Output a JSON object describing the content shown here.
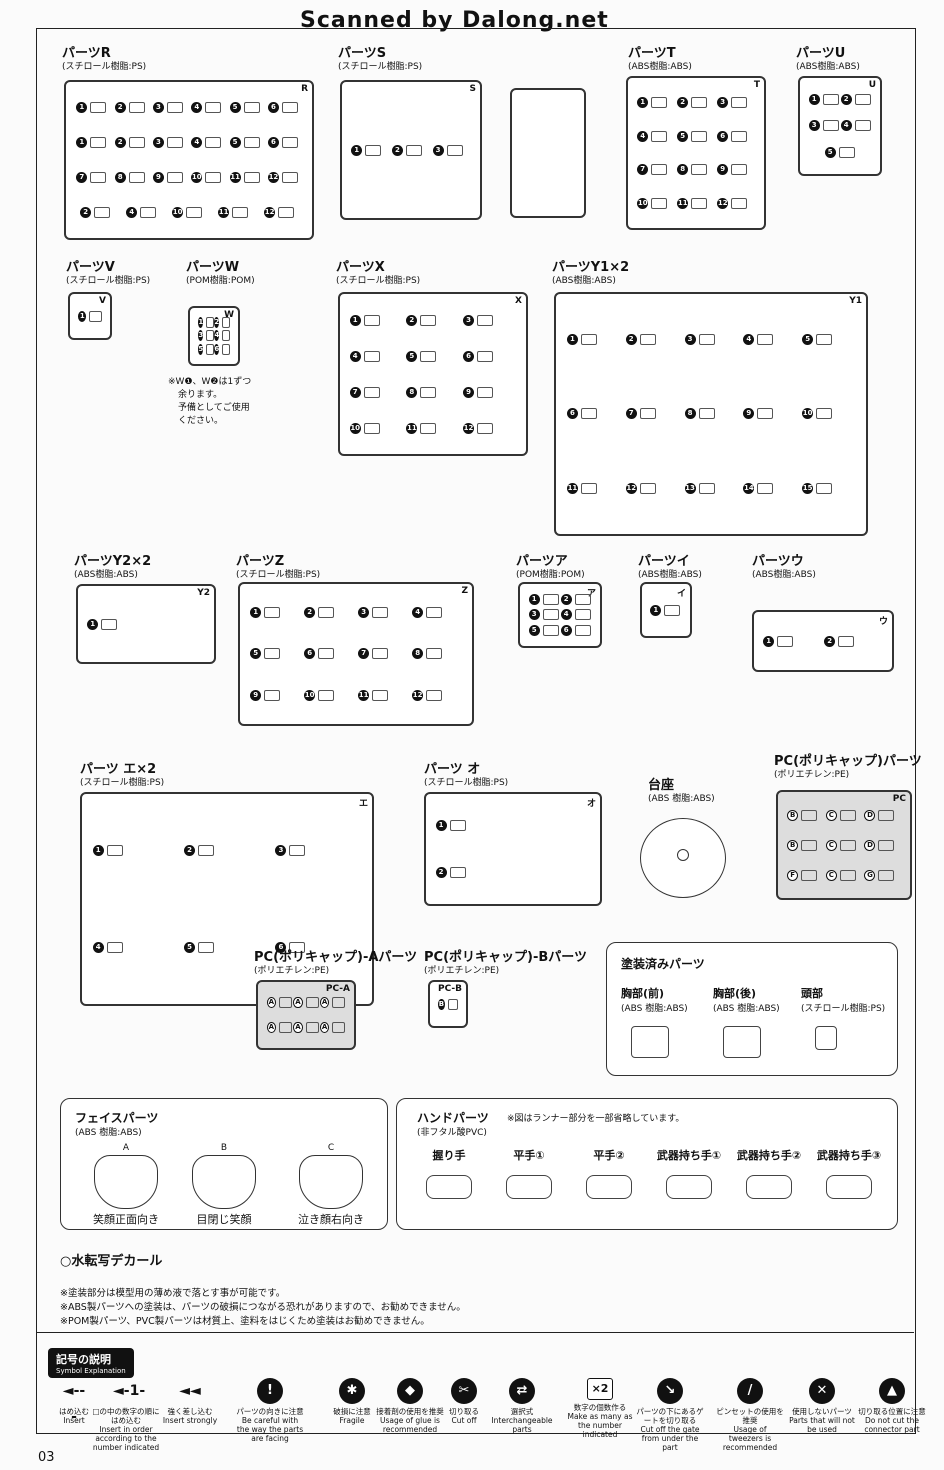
{
  "banner": "Scanned by Dalong.net",
  "parts": [
    {
      "title": "パーツR",
      "sub": "(スチロール樹脂:PS)",
      "label": "R",
      "nums": [
        "1",
        "2",
        "3",
        "4",
        "5",
        "6",
        "1",
        "2",
        "3",
        "4",
        "5",
        "6",
        "7",
        "8",
        "9",
        "10",
        "11",
        "12",
        "2",
        "4",
        "10",
        "11",
        "12"
      ]
    },
    {
      "title": "パーツS",
      "sub": "(スチロール樹脂:PS)",
      "label": "S",
      "nums": [
        "1",
        "2",
        "3"
      ]
    },
    {
      "title": "パーツT",
      "sub": "(ABS樹脂:ABS)",
      "label": "T",
      "nums": [
        "1",
        "2",
        "3",
        "4",
        "5",
        "6",
        "7",
        "8",
        "9",
        "10",
        "11",
        "12"
      ]
    },
    {
      "title": "パーツU",
      "sub": "(ABS樹脂:ABS)",
      "label": "U",
      "nums": [
        "1",
        "2",
        "3",
        "4",
        "5"
      ]
    },
    {
      "title": "パーツV",
      "sub": "(スチロール樹脂:PS)",
      "label": "V",
      "nums": [
        "1"
      ]
    },
    {
      "title": "パーツW",
      "sub": "(POM樹脂:POM)",
      "label": "W",
      "nums": [
        "1",
        "2",
        "3",
        "4",
        "5",
        "6"
      ]
    },
    {
      "title": "パーツX",
      "sub": "(スチロール樹脂:PS)",
      "label": "X",
      "nums": [
        "1",
        "2",
        "3",
        "4",
        "5",
        "6",
        "7",
        "8",
        "9",
        "10",
        "11",
        "12"
      ]
    },
    {
      "title": "パーツY1×2",
      "sub": "(ABS樹脂:ABS)",
      "label": "Y1",
      "nums": [
        "1",
        "2",
        "3",
        "4",
        "5",
        "6",
        "7",
        "8",
        "9",
        "10",
        "11",
        "12",
        "13",
        "14",
        "15"
      ]
    },
    {
      "title": "パーツY2×2",
      "sub": "(ABS樹脂:ABS)",
      "label": "Y2",
      "nums": [
        "1"
      ]
    },
    {
      "title": "パーツZ",
      "sub": "(スチロール樹脂:PS)",
      "label": "Z",
      "nums": [
        "1",
        "2",
        "3",
        "4",
        "5",
        "6",
        "7",
        "8",
        "9",
        "10",
        "11",
        "12"
      ]
    },
    {
      "title": "パーツア",
      "sub": "(POM樹脂:POM)",
      "label": "ア",
      "nums": [
        "1",
        "2",
        "3",
        "4",
        "5",
        "6"
      ]
    },
    {
      "title": "パーツイ",
      "sub": "(ABS樹脂:ABS)",
      "label": "イ",
      "nums": [
        "1"
      ]
    },
    {
      "title": "パーツウ",
      "sub": "(ABS樹脂:ABS)",
      "label": "ウ",
      "nums": [
        "1",
        "2"
      ]
    },
    {
      "title": "パーツ エ×2",
      "sub": "(スチロール樹脂:PS)",
      "label": "エ",
      "nums": [
        "1",
        "2",
        "3",
        "4",
        "5",
        "6"
      ]
    },
    {
      "title": "パーツ オ",
      "sub": "(スチロール樹脂:PS)",
      "label": "オ",
      "nums": [
        "1",
        "2"
      ]
    },
    {
      "title": "台座",
      "sub": "(ABS 樹脂:ABS)",
      "label": "",
      "nums": []
    },
    {
      "title": "PC(ポリキャップ)パーツ",
      "sub": "(ポリエチレン:PE)",
      "label": "PC",
      "nums": [
        "B",
        "C",
        "D",
        "B",
        "C",
        "D",
        "F",
        "C",
        "G"
      ]
    },
    {
      "title": "PC(ポリキャップ)-Aパーツ",
      "sub": "(ポリエチレン:PE)",
      "label": "PC-A",
      "nums": [
        "A",
        "A",
        "A",
        "A",
        "A",
        "A"
      ]
    },
    {
      "title": "PC(ポリキャップ)-Bパーツ",
      "sub": "(ポリエチレン:PE)",
      "label": "PC-B",
      "nums": [
        "B"
      ]
    }
  ],
  "w_note": [
    "※W❶、W❷は1ずつ",
    "余ります。",
    "予備としてご使用",
    "ください。"
  ],
  "painted": {
    "title": "塗装済みパーツ",
    "items": [
      {
        "label": "胸部(前)",
        "sub": "(ABS 樹脂:ABS)"
      },
      {
        "label": "胸部(後)",
        "sub": "(ABS 樹脂:ABS)"
      },
      {
        "label": "頭部",
        "sub": "(スチロール樹脂:PS)"
      }
    ]
  },
  "face": {
    "title": "フェイスパーツ",
    "sub": "(ABS 樹脂:ABS)",
    "items": [
      {
        "tag": "A",
        "label": "笑顔正面向き"
      },
      {
        "tag": "B",
        "label": "目閉じ笑顔"
      },
      {
        "tag": "C",
        "label": "泣き顔右向き"
      }
    ]
  },
  "hands": {
    "title": "ハンドパーツ",
    "note": "※図はランナー部分を一部省略しています。",
    "sub": "(非フタル酸PVC)",
    "items": [
      "握り手",
      "平手①",
      "平手②",
      "武器持ち手①",
      "武器持ち手②",
      "武器持ち手③"
    ]
  },
  "decal": "○水転写デカール",
  "notes": [
    "※塗装部分は模型用の薄め液で落とす事が可能です。",
    "※ABS製パーツへの塗装は、パーツの破損につながる恐れがありますので、お勧めできません。",
    "※POM製パーツ、PVC製パーツは材質上、塗料をはじくため塗装はお勧めできません。"
  ],
  "symbols": {
    "title": "記号の説明",
    "title_en": "Symbol Explanation",
    "items": [
      {
        "icon": "◄---",
        "jp": "はめ込む",
        "en": "Insert"
      },
      {
        "icon": "◄-1-",
        "jp": "□の中の数字の順にはめ込む",
        "en": "Insert in order according to the number indicated"
      },
      {
        "icon": "◄◄",
        "jp": "強く差し込む",
        "en": "Insert strongly"
      },
      {
        "icon": "!",
        "jp": "パーツの向きに注意",
        "en": "Be careful with the way the parts are facing"
      },
      {
        "icon": "✱",
        "jp": "破損に注意",
        "en": "Fragile"
      },
      {
        "icon": "◆",
        "jp": "接着剤の使用を推奨",
        "en": "Usage of glue is recommended"
      },
      {
        "icon": "✂",
        "jp": "切り取る",
        "en": "Cut off"
      },
      {
        "icon": "⇄",
        "jp": "選択式",
        "en": "Interchangeable parts"
      },
      {
        "icon": "×2",
        "jp": "数字の個数作る",
        "en": "Make as many as the number indicated"
      },
      {
        "icon": "↘",
        "jp": "パーツの下にあるゲートを切り取る",
        "en": "Cut off the gate from under the part"
      },
      {
        "icon": "/",
        "jp": "ピンセットの使用を推奨",
        "en": "Usage of tweezers is recommended"
      },
      {
        "icon": "✕",
        "jp": "使用しないパーツ",
        "en": "Parts that will not be used"
      },
      {
        "icon": "▲",
        "jp": "切り取る位置に注意",
        "en": "Do not cut the connector part"
      }
    ]
  },
  "page_number": "03"
}
